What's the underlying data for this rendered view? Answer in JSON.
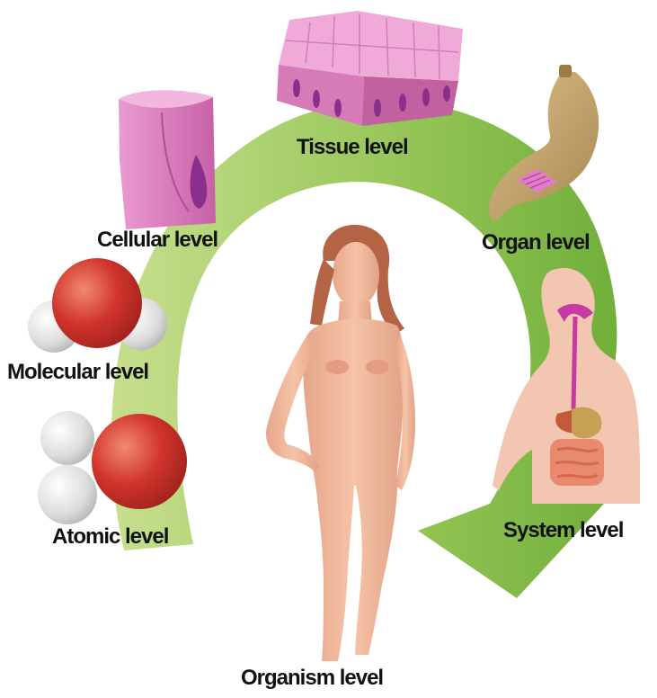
{
  "diagram": {
    "levels": [
      {
        "key": "atomic",
        "label": "Atomic level"
      },
      {
        "key": "molecular",
        "label": "Molecular level"
      },
      {
        "key": "cellular",
        "label": "Cellular level"
      },
      {
        "key": "tissue",
        "label": "Tissue level"
      },
      {
        "key": "organ",
        "label": "Organ level"
      },
      {
        "key": "system",
        "label": "System level"
      },
      {
        "key": "organism",
        "label": "Organism level"
      }
    ]
  },
  "colors": {
    "arrow": "#8bc34a",
    "atom_red": "#d0342c",
    "atom_white": "#e6e6e6",
    "tissue_pink": "#d77ab8",
    "nucleus_purple": "#8a2f8c",
    "organ_tan": "#c4a66f",
    "skin": "#f0b79a",
    "hair": "#b46345"
  }
}
